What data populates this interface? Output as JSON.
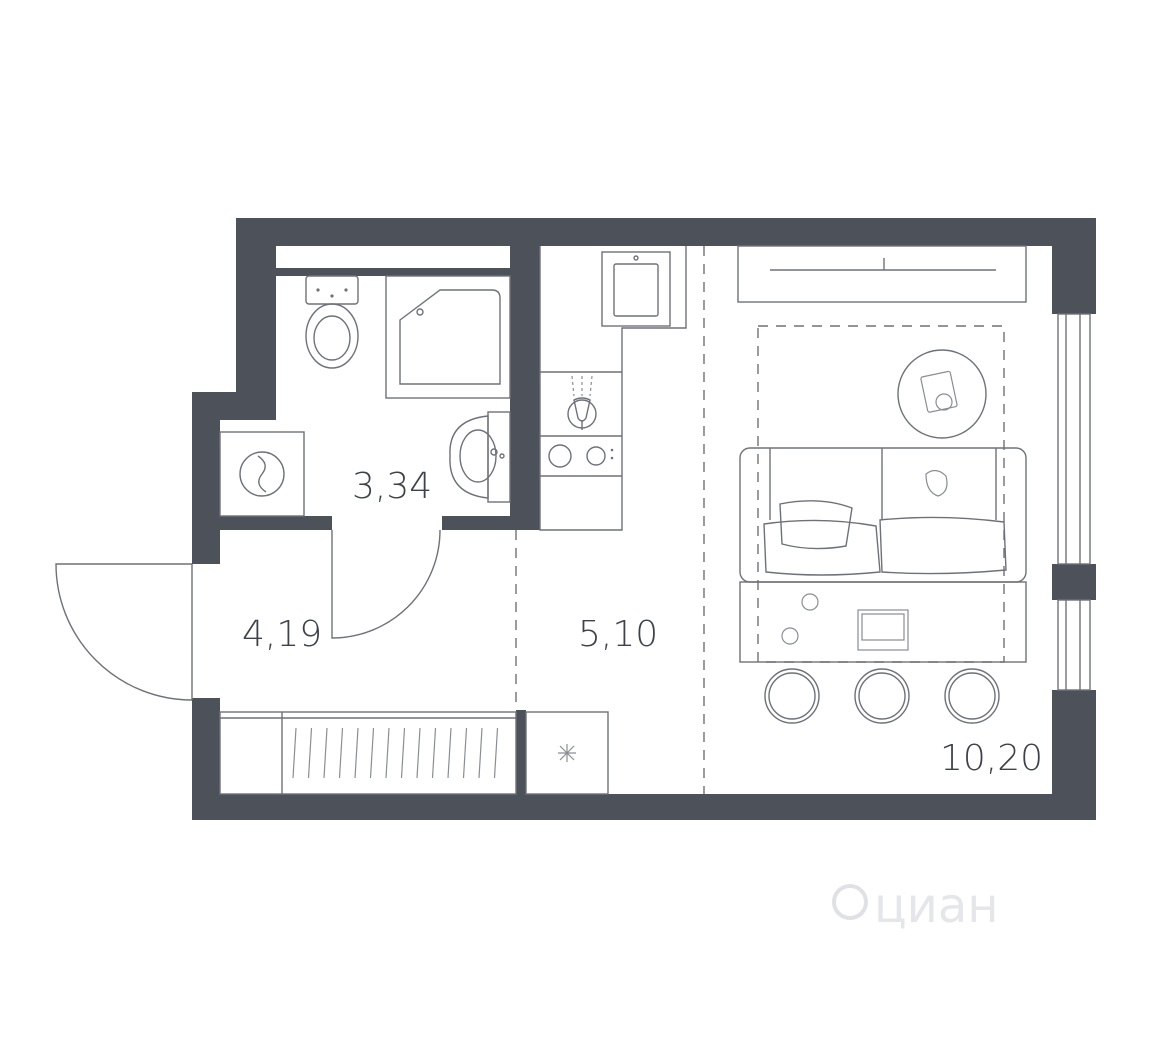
{
  "rooms": [
    {
      "id": "bathroom",
      "area": "3,34"
    },
    {
      "id": "hallway",
      "area": "4,19"
    },
    {
      "id": "kitchen",
      "area": "5,10"
    },
    {
      "id": "living",
      "area": "10,20"
    }
  ],
  "watermark": {
    "text": "циан"
  },
  "colors": {
    "wall": "#4d515a",
    "line": "#6e7179"
  }
}
